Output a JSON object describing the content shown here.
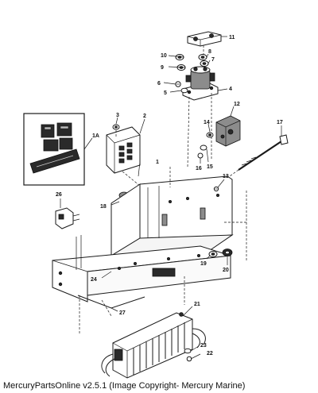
{
  "diagram": {
    "callouts": [
      {
        "label": "1"
      },
      {
        "label": "1A"
      },
      {
        "label": "2"
      },
      {
        "label": "3"
      },
      {
        "label": "4"
      },
      {
        "label": "5"
      },
      {
        "label": "6"
      },
      {
        "label": "7"
      },
      {
        "label": "8"
      },
      {
        "label": "9"
      },
      {
        "label": "10"
      },
      {
        "label": "11"
      },
      {
        "label": "12"
      },
      {
        "label": "13"
      },
      {
        "label": "14"
      },
      {
        "label": "15"
      },
      {
        "label": "16"
      },
      {
        "label": "17"
      },
      {
        "label": "18"
      },
      {
        "label": "19"
      },
      {
        "label": "20"
      },
      {
        "label": "21"
      },
      {
        "label": "22"
      },
      {
        "label": "23"
      },
      {
        "label": "24"
      },
      {
        "label": "26"
      },
      {
        "label": "27"
      }
    ]
  },
  "footer": {
    "text": "MercuryPartsOnline v2.5.1 (Image Copyright- Mercury Marine)"
  }
}
